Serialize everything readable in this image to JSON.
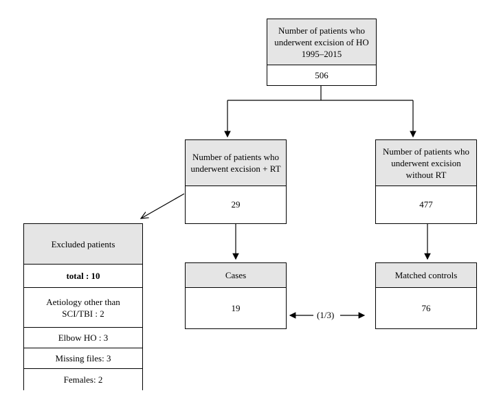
{
  "top": {
    "title": "Number of patients who underwent excision of HO 1995–2015",
    "count": "506"
  },
  "rt": {
    "title": "Number of patients who underwent excision + RT",
    "count": "29"
  },
  "no_rt": {
    "title": "Number of patients who underwent excision without RT",
    "count": "477"
  },
  "cases": {
    "title": "Cases",
    "count": "19"
  },
  "controls": {
    "title": "Matched controls",
    "count": "76"
  },
  "ratio": "(1/3)",
  "excluded": {
    "title": "Excluded patients",
    "total": "total : 10",
    "reasons": [
      "Aetiology other than SCI/TBI : 2",
      "Elbow HO : 3",
      "Missing files: 3",
      "Females: 2"
    ]
  }
}
